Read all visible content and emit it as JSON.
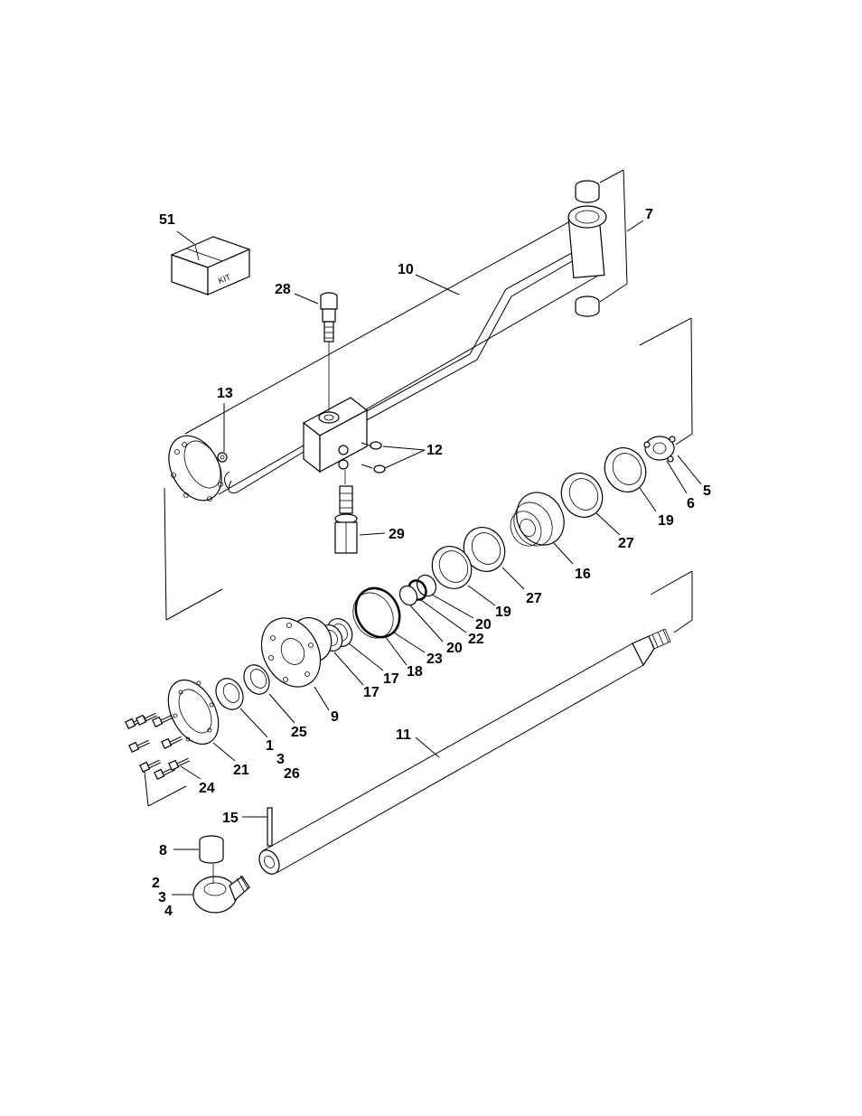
{
  "kit_text": "KIT",
  "callouts": [
    {
      "id": "c51",
      "text": "51"
    },
    {
      "id": "c7",
      "text": "7"
    },
    {
      "id": "c10",
      "text": "10"
    },
    {
      "id": "c28",
      "text": "28"
    },
    {
      "id": "c13",
      "text": "13"
    },
    {
      "id": "c12",
      "text": "12"
    },
    {
      "id": "c5",
      "text": "5"
    },
    {
      "id": "c6",
      "text": "6"
    },
    {
      "id": "c19a",
      "text": "19"
    },
    {
      "id": "c29",
      "text": "29"
    },
    {
      "id": "c27a",
      "text": "27"
    },
    {
      "id": "c16",
      "text": "16"
    },
    {
      "id": "c27b",
      "text": "27"
    },
    {
      "id": "c19b",
      "text": "19"
    },
    {
      "id": "c20a",
      "text": "20"
    },
    {
      "id": "c22",
      "text": "22"
    },
    {
      "id": "c20b",
      "text": "20"
    },
    {
      "id": "c23",
      "text": "23"
    },
    {
      "id": "c18",
      "text": "18"
    },
    {
      "id": "c17a",
      "text": "17"
    },
    {
      "id": "c17b",
      "text": "17"
    },
    {
      "id": "c9",
      "text": "9"
    },
    {
      "id": "c25",
      "text": "25"
    },
    {
      "id": "c1",
      "text": "1"
    },
    {
      "id": "c3a",
      "text": "3"
    },
    {
      "id": "c26",
      "text": "26"
    },
    {
      "id": "c21",
      "text": "21"
    },
    {
      "id": "c24",
      "text": "24"
    },
    {
      "id": "c11",
      "text": "11"
    },
    {
      "id": "c15",
      "text": "15"
    },
    {
      "id": "c8",
      "text": "8"
    },
    {
      "id": "c2",
      "text": "2"
    },
    {
      "id": "c3b",
      "text": "3"
    },
    {
      "id": "c4",
      "text": "4"
    }
  ]
}
